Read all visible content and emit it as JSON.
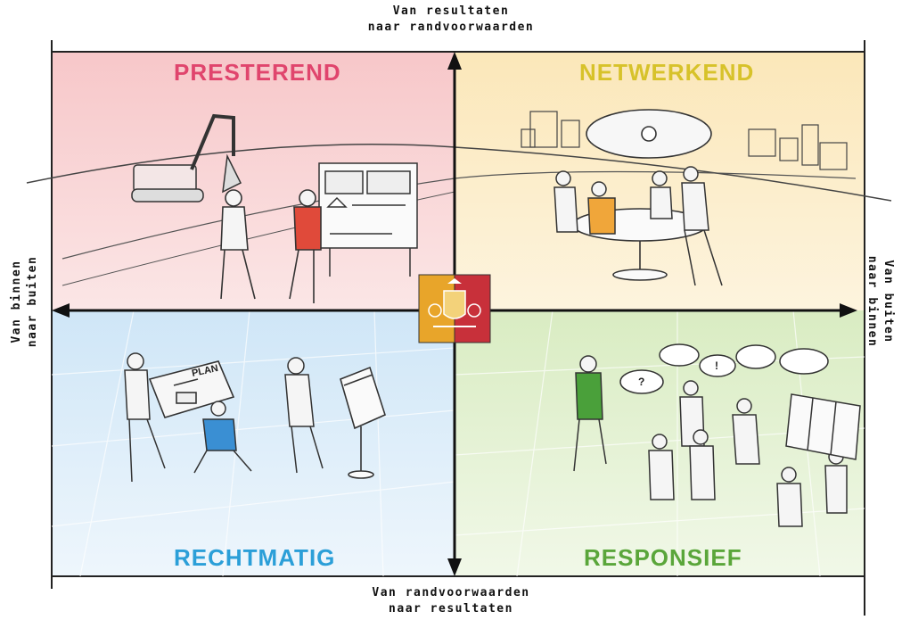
{
  "axes": {
    "top": [
      "Van resultaten",
      "naar randvoorwaarden"
    ],
    "bottom": [
      "Van randvoorwaarden",
      "naar resultaten"
    ],
    "left": [
      "Van binnen",
      "naar buiten"
    ],
    "right": [
      "Van buiten",
      "naar binnen"
    ]
  },
  "quadrants": {
    "top_left": {
      "title": "PRESTEREND",
      "color": "#e0456d"
    },
    "top_right": {
      "title": "NETWERKEND",
      "color": "#d7c22a"
    },
    "bottom_left": {
      "title": "RECHTMATIG",
      "color": "#2b9fd8"
    },
    "bottom_right": {
      "title": "RESPONSIEF",
      "color": "#5aa63a"
    }
  },
  "center_emblem": {
    "icon": "coat-of-arms-icon",
    "colors": [
      "#e8a52a",
      "#c8303a"
    ]
  },
  "illustration_labels": {
    "plan_board": "PLAN"
  }
}
